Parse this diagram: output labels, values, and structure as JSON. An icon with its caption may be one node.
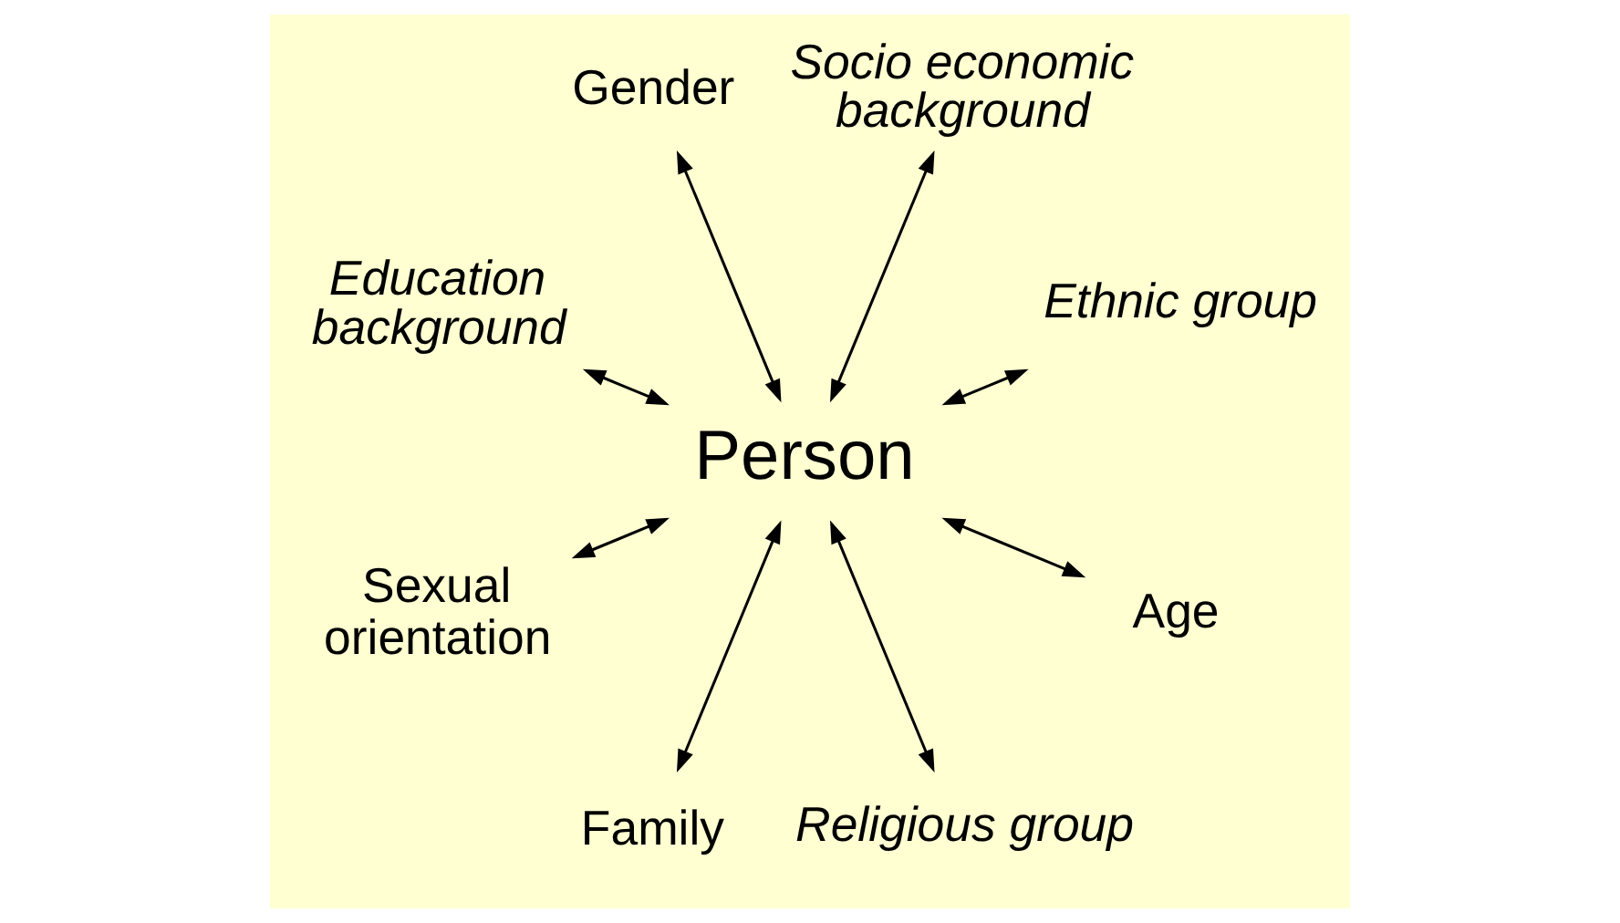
{
  "diagram": {
    "nodes": [
      {
        "text": [
          "Ethnic group"
        ]
      },
      {
        "text": [
          "Socio economic background"
        ]
      },
      {
        "text": [
          "Gender"
        ]
      },
      {
        "text": [
          "Education background"
        ]
      },
      {
        "text": [
          "Person"
        ]
      },
      {
        "text": [
          "Sexual orientation"
        ]
      },
      {
        "text": [
          "Family"
        ]
      },
      {
        "text": [
          "Religious group"
        ]
      },
      {
        "text": [
          "Age"
        ]
      }
    ],
    "edges": [
      {
        "from": 4,
        "to": 0,
        "arrow": "both"
      },
      {
        "from": 4,
        "to": 2,
        "arrow": "both"
      },
      {
        "from": 4,
        "to": 5,
        "arrow": "both"
      },
      {
        "from": 4,
        "to": 7,
        "arrow": "both"
      },
      {
        "from": 4,
        "to": 8,
        "arrow": "both"
      },
      {
        "from": 4,
        "to": 6,
        "arrow": "both"
      },
      {
        "from": 4,
        "to": 3,
        "arrow": "both"
      },
      {
        "from": 4,
        "to": 1,
        "arrow": "both"
      }
    ]
  }
}
